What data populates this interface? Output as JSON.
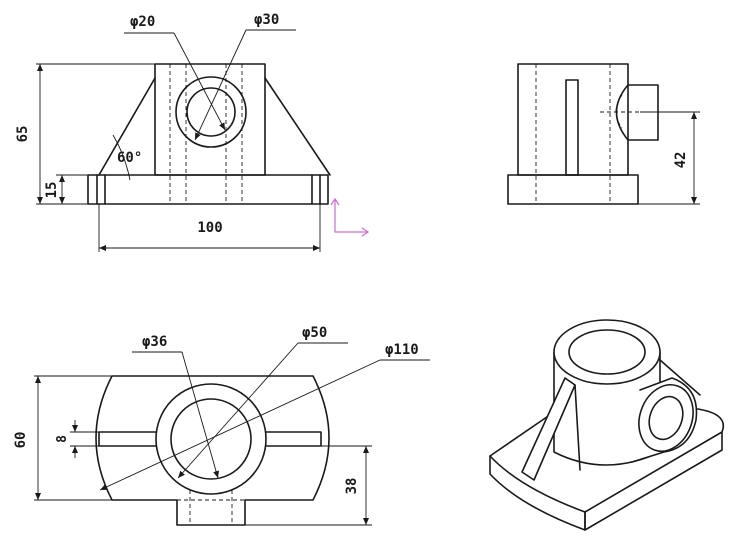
{
  "front_view": {
    "dim_phi20": "φ20",
    "dim_phi30": "φ30",
    "dim_65": "65",
    "dim_15": "15",
    "dim_100": "100",
    "dim_60deg": "60°"
  },
  "side_view": {
    "dim_42": "42"
  },
  "top_view": {
    "dim_phi36": "φ36",
    "dim_phi50": "φ50",
    "dim_phi110": "φ110",
    "dim_60": "60",
    "dim_8": "8",
    "dim_38": "38"
  },
  "colors": {
    "line": "#1a1a1a",
    "axis_indicator": "#d36ad6"
  }
}
